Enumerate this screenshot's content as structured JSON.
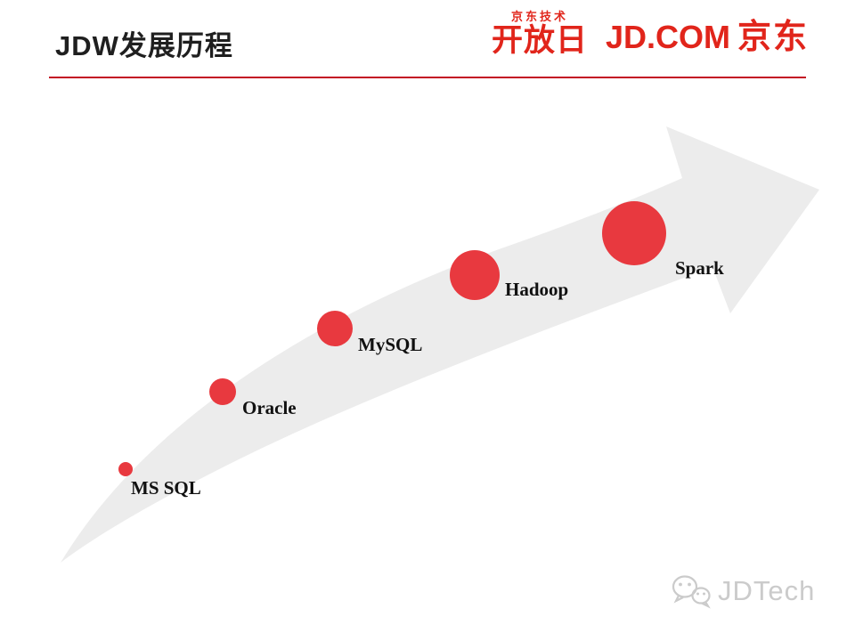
{
  "header": {
    "title": "JDW发展历程",
    "logo_jd_tech_top": "京东技术",
    "logo_jd_tech_main": "开放日",
    "logo_jdcom_en": "JD.COM",
    "logo_jdcom_cn": "京东"
  },
  "diagram": {
    "type": "growth-arrow-timeline",
    "milestones": [
      {
        "label": "MS SQL"
      },
      {
        "label": "Oracle"
      },
      {
        "label": "MySQL"
      },
      {
        "label": "Hadoop"
      },
      {
        "label": "Spark"
      }
    ]
  },
  "watermark": {
    "text": "JDTech",
    "icon": "wechat-icon"
  },
  "colors": {
    "jd_red": "#e1251b",
    "circle_red": "#e8393f",
    "arrow_gray": "#ececec",
    "divider_red": "#c30d23",
    "watermark_gray": "#cbcbcb"
  }
}
